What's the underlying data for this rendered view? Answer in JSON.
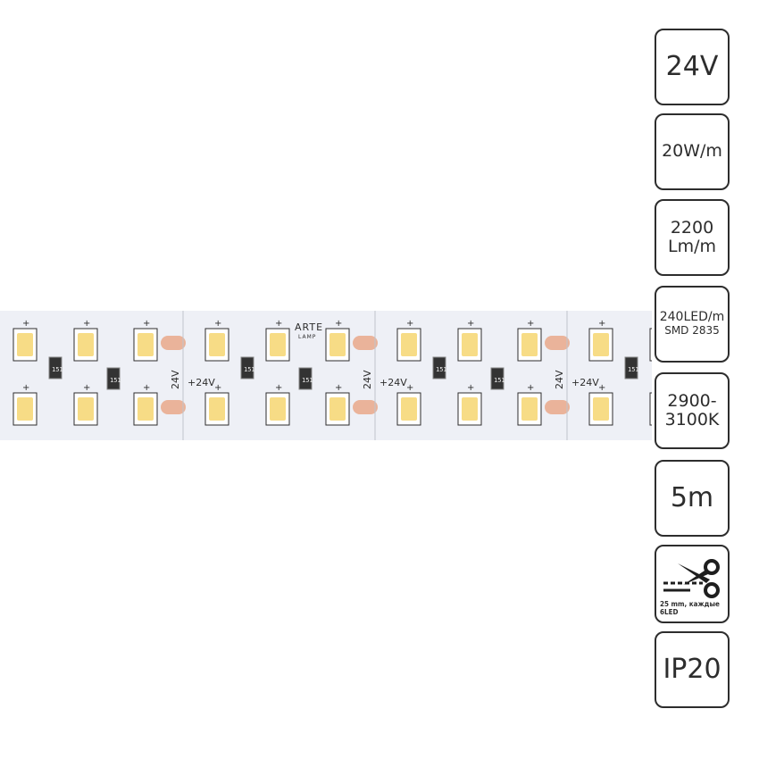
{
  "specs": {
    "voltage": "24V",
    "power": "20W/m",
    "flux_line1": "2200",
    "flux_line2": "Lm/m",
    "density_line1": "240LED/m",
    "density_line2": "SMD 2835",
    "cct_line1": "2900-",
    "cct_line2": "3100K",
    "length": "5m",
    "cut_note_line1": "25 mm, каждые",
    "cut_note_line2": "6LED",
    "ip": "IP20"
  },
  "strip": {
    "brand_line1": "ARTE",
    "brand_line2": "LAMP",
    "voltage_mark": "+24V",
    "side_voltage": "24V",
    "resistor_code": "151",
    "plus": "+",
    "minus": "-"
  },
  "colors": {
    "strip_bg": "#eef0f6",
    "led_yellow": "#f7dc86",
    "copper_pad": "#eab39a",
    "outline": "#2d2d2d"
  },
  "icons": [
    "scissors-icon"
  ]
}
